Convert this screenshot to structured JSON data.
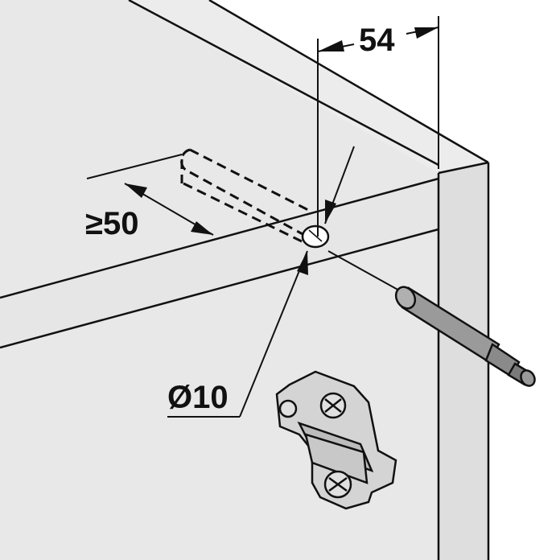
{
  "colors": {
    "background": "#ffffff",
    "panel": "#e8e8e8",
    "panel_edge": "#dcdcdc",
    "line": "#111111",
    "hardware": "#cfcfcf",
    "hardware_dark": "#8f8f8f"
  },
  "dimensions": {
    "offset_label": "54",
    "depth_label": "≥50",
    "diameter_label": "Ø10"
  }
}
